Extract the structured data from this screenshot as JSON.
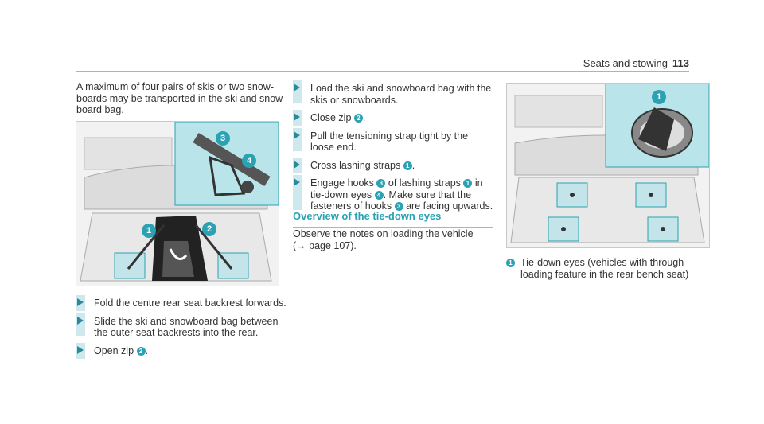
{
  "header": {
    "section": "Seats and stowing",
    "page": "113"
  },
  "intro": "A maximum of four pairs of skis or two snowboards may be transported in the ski and snowboard bag.",
  "intro_lines": [
    "A maximum of four pairs of skis or two snow-",
    "boards may be transported in the ski and snow-",
    "board bag."
  ],
  "steps_left": [
    {
      "text": "Fold the centre rear seat backrest forwards."
    },
    {
      "text": "Slide the ski and snowboard bag between the outer seat backrests into the rear."
    },
    {
      "pre": "Open zip ",
      "badge": "2",
      "post": "."
    }
  ],
  "steps_mid": [
    {
      "text": "Load the ski and snowboard bag with the skis or snowboards."
    },
    {
      "pre": "Close zip ",
      "badge": "2",
      "post": "."
    },
    {
      "text": "Pull the tensioning strap tight by the loose end."
    },
    {
      "pre": "Cross lashing straps ",
      "badge": "1",
      "post": "."
    },
    {
      "a": "Engage hooks ",
      "b1": "3",
      "b": " of lashing straps ",
      "b2": "1",
      "c": " in tie-down eyes ",
      "b3": "4",
      "d": ". Make sure that the fasteners of hooks ",
      "b4": "3",
      "e": " are facing upwards."
    }
  ],
  "section_title": "Overview of the tie-down eyes",
  "note": {
    "line1": "Observe the notes on loading the vehicle",
    "line2": "(→ page 107)."
  },
  "caption": {
    "badge": "1",
    "text": "Tie-down eyes (vehicles with through-loading feature in the rear bench seat)"
  },
  "figure_badges": {
    "fig1": [
      "3",
      "4",
      "1",
      "2"
    ],
    "fig2": [
      "1"
    ]
  },
  "colors": {
    "accent": "#2ba2b3",
    "highlight": "#b9e4ea",
    "bar": "#cde9ee"
  },
  "icons": [
    "arrow-right-icon"
  ]
}
